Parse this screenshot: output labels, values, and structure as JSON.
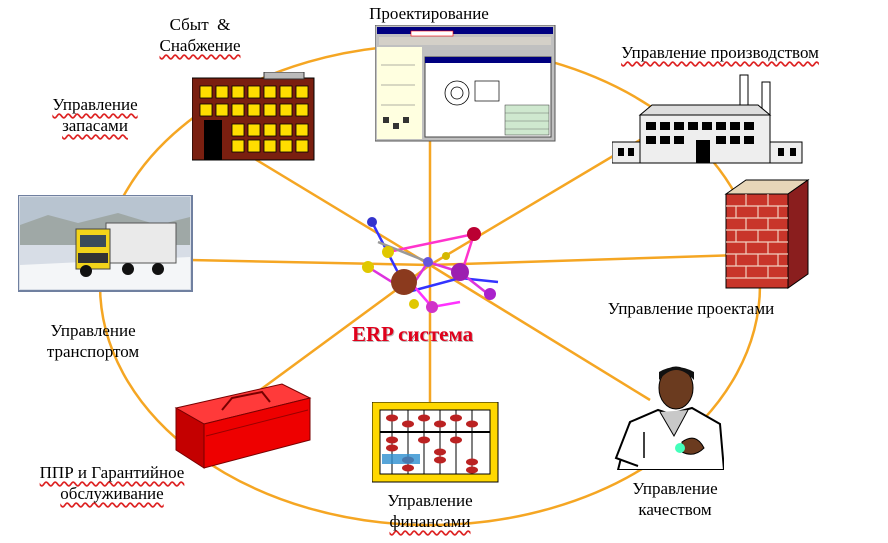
{
  "center": {
    "label": "ERP система",
    "icon": "molecule-icon"
  },
  "ring_color": "#f5a623",
  "modules": [
    {
      "id": "design",
      "label": "Проектирование",
      "icon": "cad-screen-icon"
    },
    {
      "id": "production",
      "label": "Управление производством",
      "icon": "factory-icon"
    },
    {
      "id": "projects",
      "label": "Управление проектами",
      "icon": "brick-wall-icon"
    },
    {
      "id": "quality",
      "label": "Управление качеством",
      "icon": "doctor-icon"
    },
    {
      "id": "finance",
      "label": "Управление финансами",
      "icon": "abacus-icon"
    },
    {
      "id": "maintenance",
      "label": "ППР и Гарантийное обслуживание",
      "icon": "toolbox-icon"
    },
    {
      "id": "transport",
      "label": "Управление транспортом",
      "icon": "truck-icon"
    },
    {
      "id": "inventory",
      "label": "Управление запасами",
      "icon": "warehouse-icon"
    },
    {
      "id": "sales",
      "label": "Сбыт & Снабжение",
      "icon": "building-icon"
    }
  ],
  "labels": {
    "design": "Проектирование",
    "production": "Управление производством",
    "projects": "Управление проектами",
    "quality_1": "Управление",
    "quality_2": "качеством",
    "finance_1": "Управление",
    "finance_2": "финансами",
    "maintenance_1": "ППР и Гарантийное",
    "maintenance_2": "обслуживание",
    "transport_1": "Управление",
    "transport_2": "транспортом",
    "inventory_1": "Управление",
    "inventory_2": "запасами",
    "sales_1": "Сбыт  &",
    "sales_2": "Снабжение",
    "center": "ERP система"
  }
}
